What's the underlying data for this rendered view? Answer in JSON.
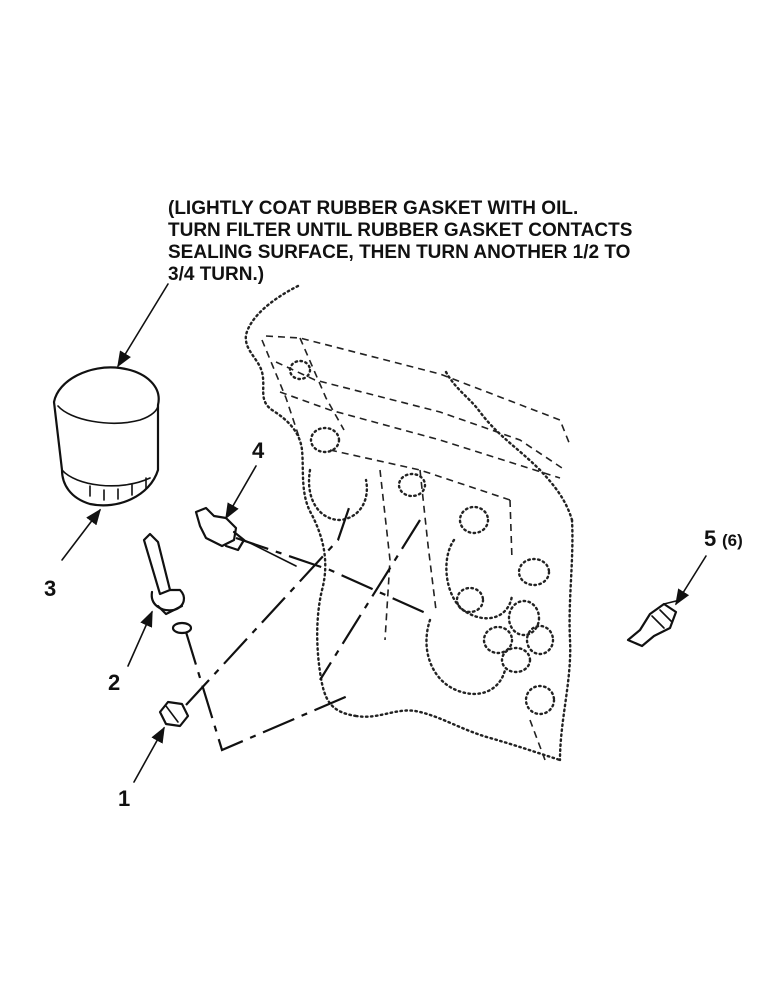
{
  "note": {
    "lines": [
      "(LIGHTLY COAT RUBBER GASKET WITH OIL.",
      "TURN FILTER UNTIL RUBBER GASKET CONTACTS",
      "SEALING SURFACE, THEN TURN ANOTHER 1/2 TO",
      "3/4 TURN.)"
    ]
  },
  "callouts": [
    {
      "number": "1",
      "part": "drain-plug"
    },
    {
      "number": "2",
      "part": "filter-adapter-and-gasket"
    },
    {
      "number": "3",
      "part": "oil-filter"
    },
    {
      "number": "4",
      "part": "sending-unit"
    },
    {
      "number": "5",
      "qty": "(6)",
      "part": "spark-plug"
    }
  ]
}
